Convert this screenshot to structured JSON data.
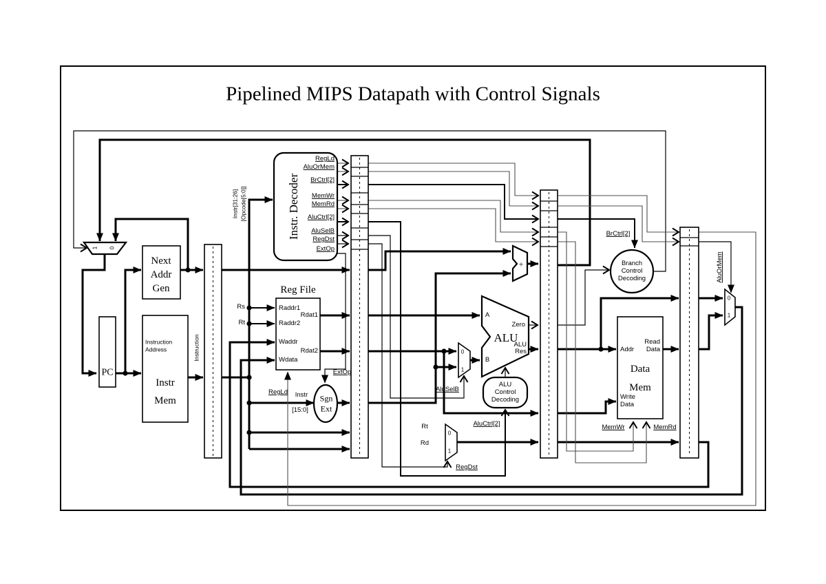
{
  "colors": {
    "ink": "#000000",
    "background": "#ffffff"
  },
  "title": "Pipelined MIPS Datapath with Control Signals",
  "decoder": {
    "title": "Instr. Decoder",
    "input_line1": "Instr[31:26]",
    "input_line2": "[Opcode[5:0]]",
    "signals": {
      "regld": "RegLd",
      "aluormem": "AluOrMem",
      "brctrl": "BrCtrl[2]",
      "memwr": "MemWr",
      "memrd": "MemRd",
      "aluctrl": "AluCtrl[2]",
      "aluselb": "AluSelB",
      "regdst": "RegDst",
      "extop": "ExtOp"
    }
  },
  "fetch": {
    "mux1": "1",
    "mux0": "0",
    "nag_l1": "Next",
    "nag_l2": "Addr",
    "nag_l3": "Gen",
    "pc": "PC",
    "imem_l1": "Instruction",
    "imem_l2": "Address",
    "imem_t1": "Instr",
    "imem_t2": "Mem",
    "instruction_bus": "Instruction"
  },
  "regfile": {
    "title": "Reg File",
    "raddr1": "Raddr1",
    "raddr2": "Raddr2",
    "waddr": "Waddr",
    "wdata": "Wdata",
    "rdat1": "Rdat1",
    "rdat2": "Rdat2",
    "rs": "Rs",
    "rt": "Rt",
    "regld": "RegLd",
    "instr": "Instr",
    "bits": "[15:0]"
  },
  "signext": {
    "l1": "Sgn",
    "l2": "Ext",
    "extop": "ExtOp"
  },
  "ex": {
    "alu": "ALU",
    "a": "A",
    "b": "B",
    "zero": "Zero",
    "res_l1": "ALU",
    "res_l2": "Res",
    "plus": "+",
    "mux0": "0",
    "mux1": "1",
    "aluselb": "AluSelB",
    "rt": "Rt",
    "rd": "Rd",
    "regdst_mux0": "0",
    "regdst_mux1": "1",
    "regdst": "RegDst",
    "aluctrl": "AluCtrl[2]",
    "aludec_l1": "ALU",
    "aludec_l2": "Control",
    "aludec_l3": "Decoding"
  },
  "mem": {
    "brctrl": "BrCtrl[2]",
    "brdec_l1": "Branch",
    "brdec_l2": "Control",
    "brdec_l3": "Decoding",
    "dmem_t1": "Data",
    "dmem_t2": "Mem",
    "addr": "Addr",
    "read_l1": "Read",
    "read_l2": "Data",
    "write_l1": "Write",
    "write_l2": "Data",
    "memwr": "MemWr",
    "memrd": "MemRd"
  },
  "wb": {
    "aluormem": "AluOrMem",
    "mux0": "0",
    "mux1": "1"
  }
}
